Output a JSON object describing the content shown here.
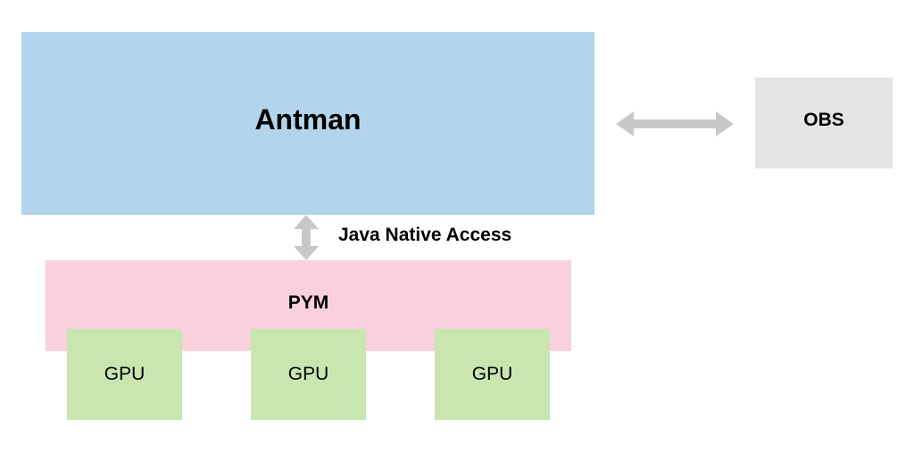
{
  "diagram": {
    "antman": {
      "label": "Antman",
      "color": "#b3d5ec"
    },
    "obs": {
      "label": "OBS",
      "color": "#e4e4e4"
    },
    "pym": {
      "label": "PYM",
      "color": "#f8d1dc"
    },
    "gpus": [
      {
        "label": "GPU"
      },
      {
        "label": "GPU"
      },
      {
        "label": "GPU"
      }
    ],
    "gpu_color": "#c9e6b0",
    "connections": {
      "antman_pym": {
        "label": "Java Native Access",
        "direction": "bidirectional"
      },
      "antman_obs": {
        "direction": "bidirectional"
      }
    },
    "arrow_color": "#c8c8c8"
  }
}
